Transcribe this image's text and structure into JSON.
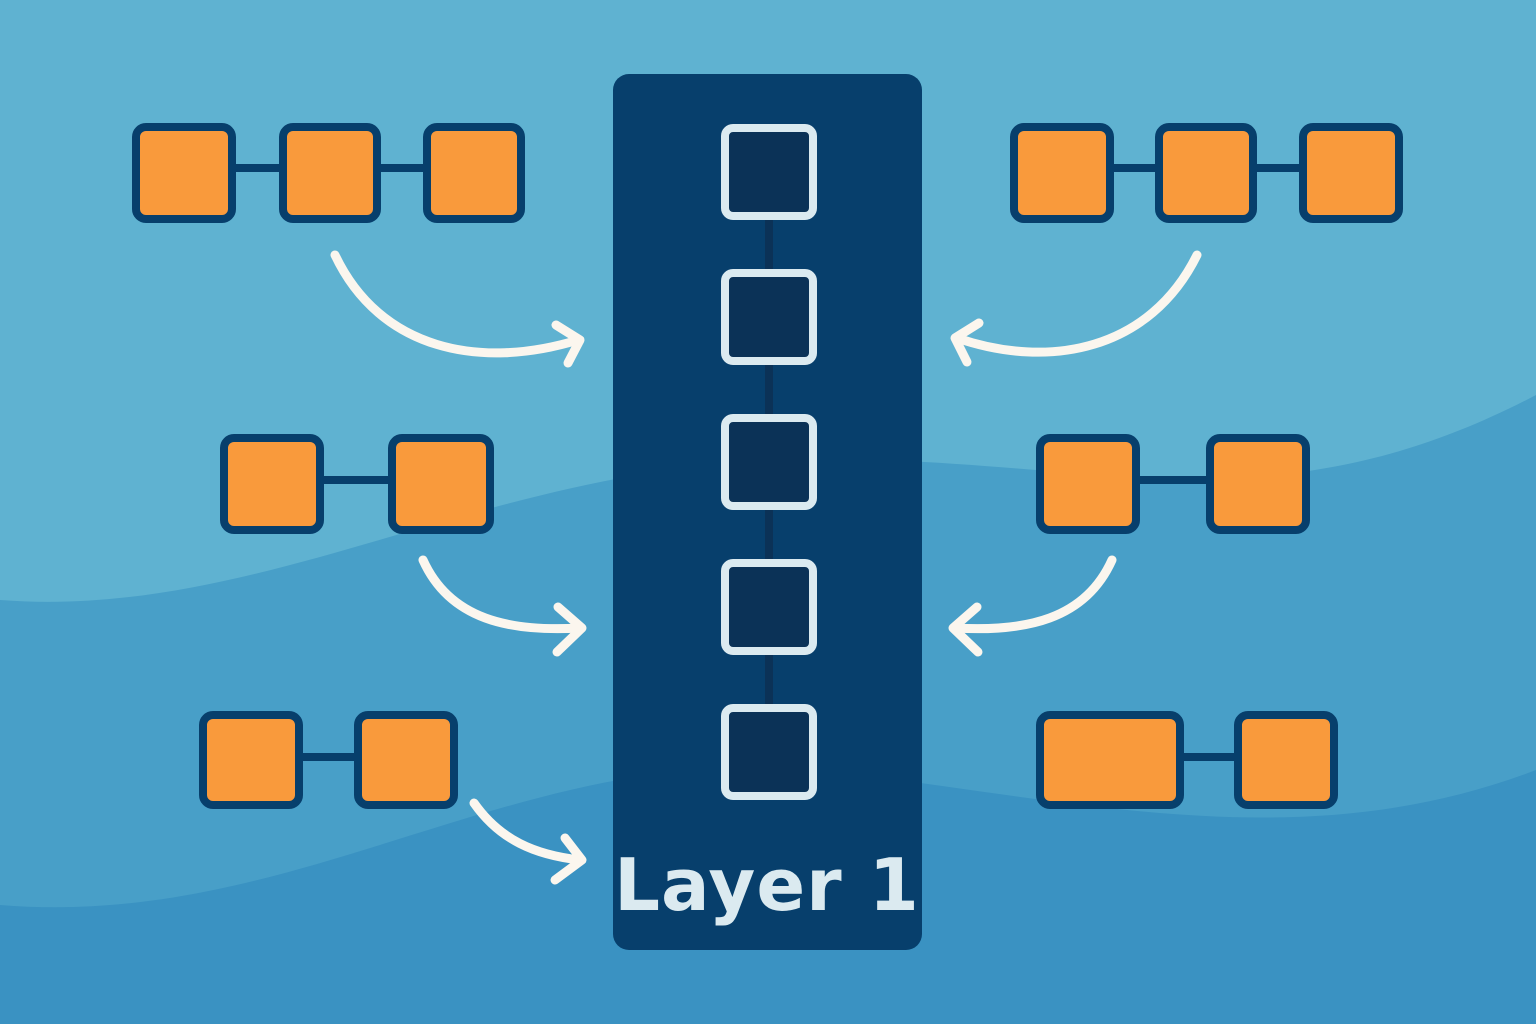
{
  "layer": {
    "label": "Layer 1"
  },
  "colors": {
    "background_top": "#5fb2d1",
    "background_mid": "#489fc8",
    "background_bottom": "#3a92c2",
    "layer_panel": "#073f6c",
    "layer_node_fill": "#0b3257",
    "layer_node_border": "#dbeaf0",
    "chain_block_fill": "#f99a3c",
    "chain_block_border": "#073f6c",
    "arrow": "#fbf6ee",
    "label_text": "#dbeaf0"
  },
  "layer_nodes": {
    "count": 5
  },
  "side_chains": [
    {
      "side": "left",
      "blocks": 3
    },
    {
      "side": "right",
      "blocks": 3
    },
    {
      "side": "left",
      "blocks": 2
    },
    {
      "side": "right",
      "blocks": 2
    },
    {
      "side": "left",
      "blocks": 2
    },
    {
      "side": "right",
      "blocks": 2
    }
  ],
  "icons": {
    "arrow": "curved-arrow-icon"
  }
}
